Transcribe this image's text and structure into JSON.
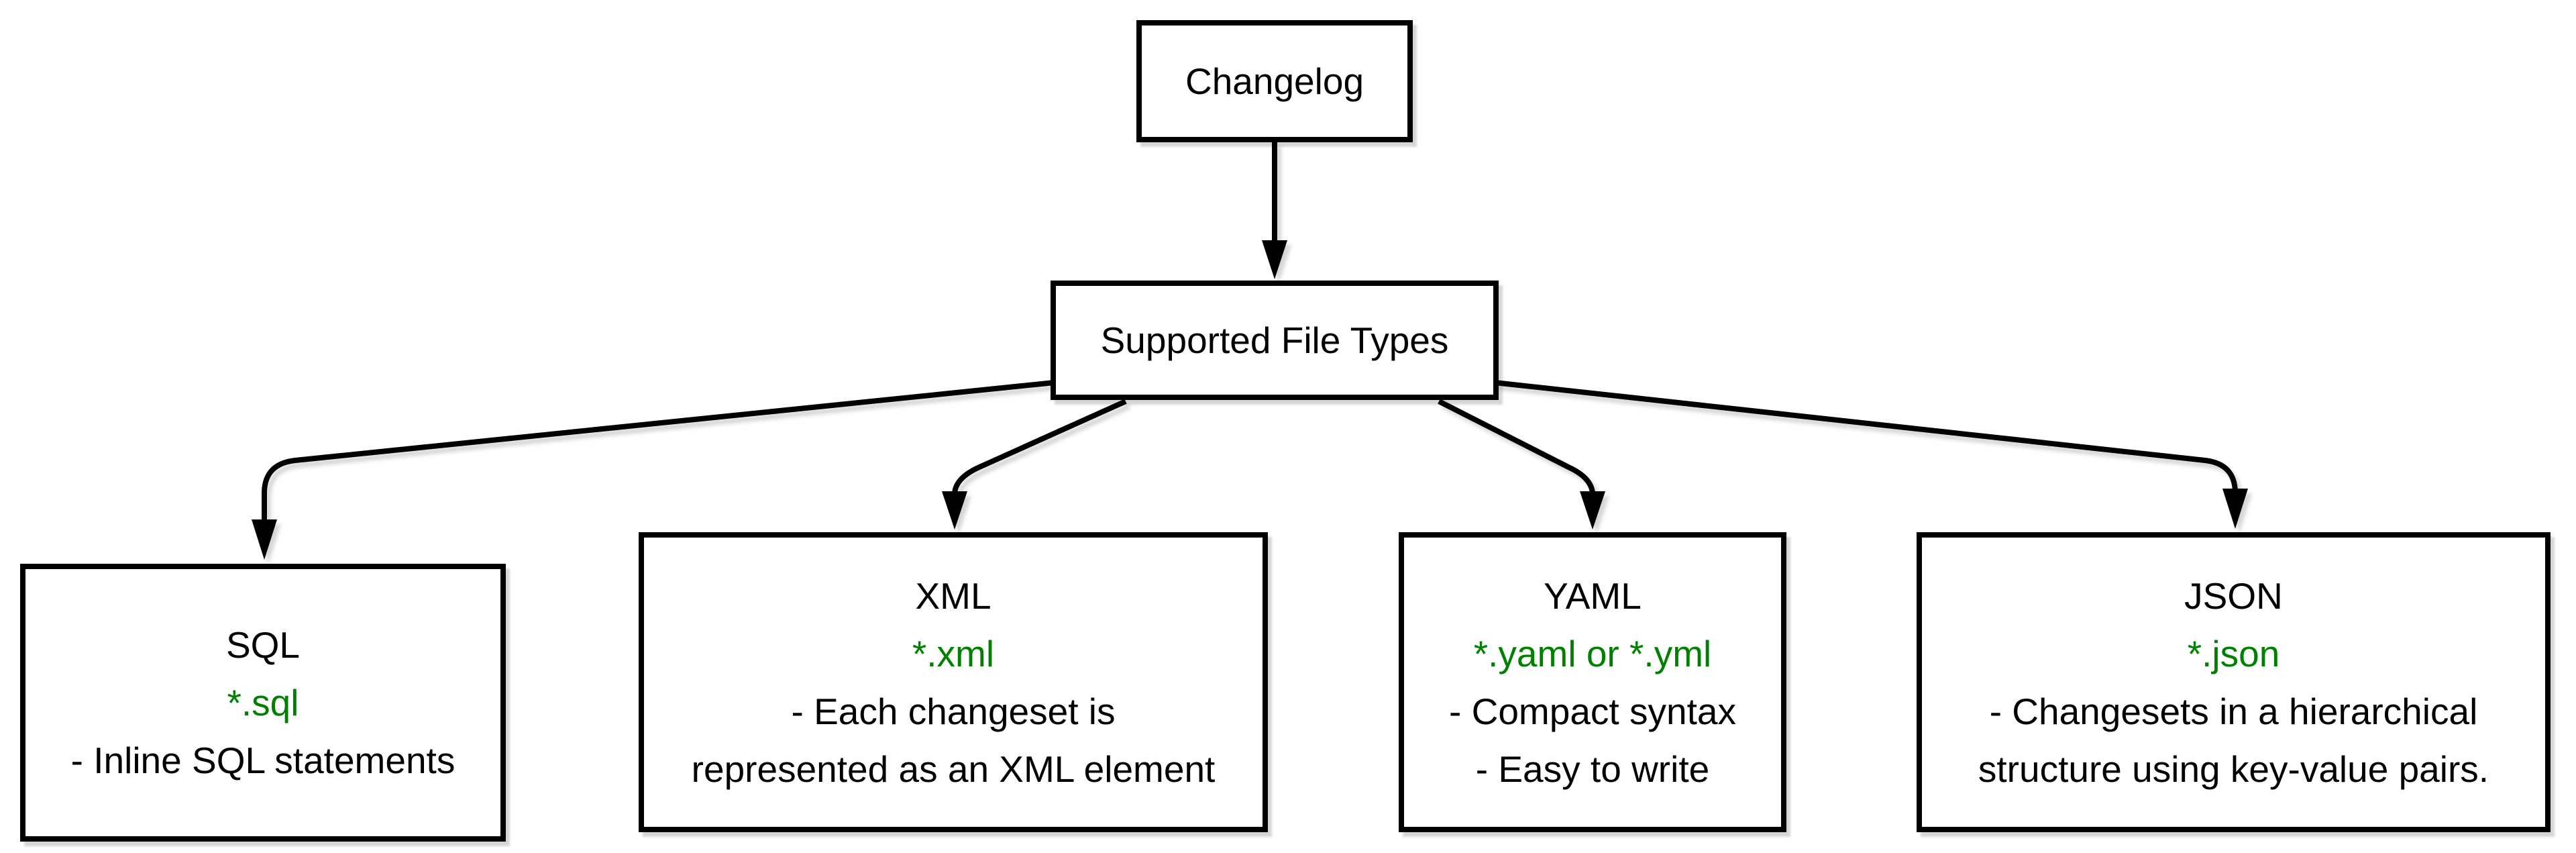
{
  "diagram": {
    "colors": {
      "background": "#ffffff",
      "line": "#000000",
      "text": "#000000",
      "extension_green": "#008000"
    },
    "root": {
      "label": "Changelog"
    },
    "hub": {
      "label": "Supported File Types"
    },
    "types": [
      {
        "title": "SQL",
        "pattern": "*.sql",
        "notes": [
          "- Inline SQL statements"
        ]
      },
      {
        "title": "XML",
        "pattern": "*.xml",
        "notes": [
          "- Each changeset is",
          "represented as an XML element"
        ]
      },
      {
        "title": "YAML",
        "pattern": "*.yaml or *.yml",
        "notes": [
          "- Compact syntax",
          "- Easy to write"
        ]
      },
      {
        "title": "JSON",
        "pattern": "*.json",
        "notes": [
          "- Changesets in a hierarchical",
          "structure using key-value pairs."
        ]
      }
    ]
  }
}
